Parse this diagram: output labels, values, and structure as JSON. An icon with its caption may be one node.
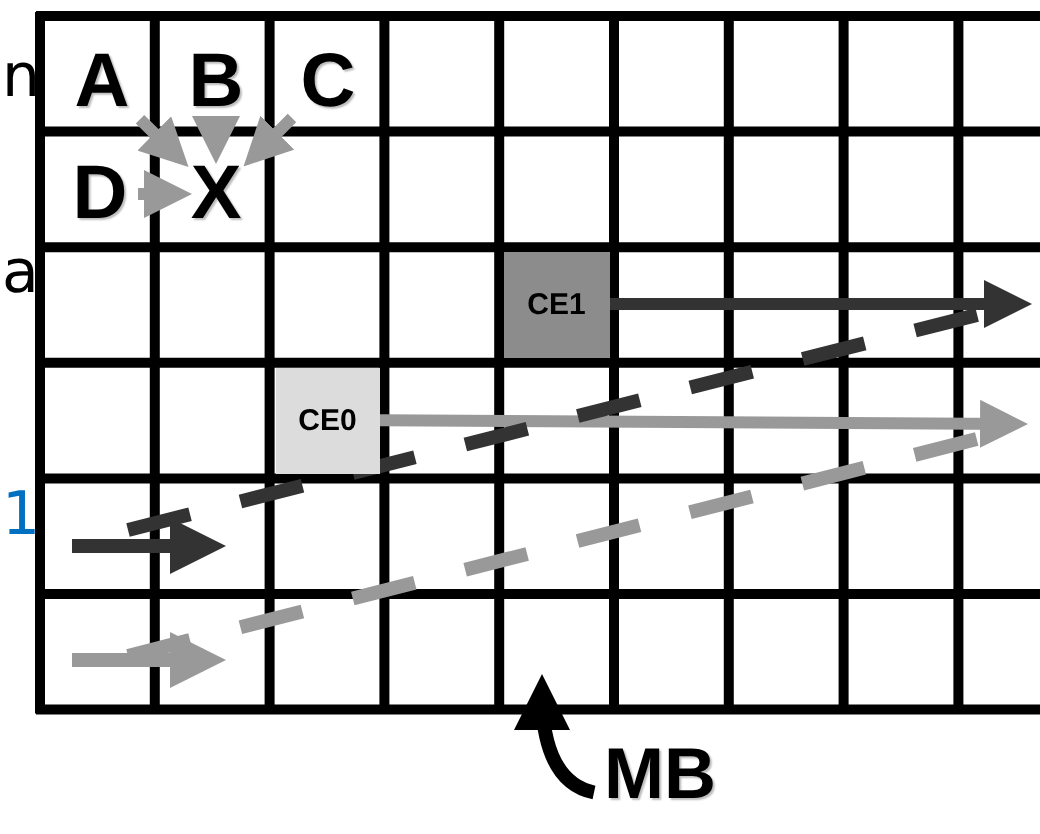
{
  "diagram": {
    "nodes": [
      {
        "text": [
          "A"
        ]
      },
      {
        "text": [
          "B"
        ]
      },
      {
        "text": [
          "C"
        ]
      },
      {
        "text": [
          "D"
        ]
      },
      {
        "text": [
          "X"
        ]
      },
      {
        "text": [
          "CE1"
        ]
      },
      {
        "text": [
          "CE0"
        ]
      },
      {
        "text": [
          "MB"
        ]
      }
    ],
    "edges": [
      {
        "from": 0,
        "to": 4,
        "arrow": "to"
      },
      {
        "from": 1,
        "to": 4,
        "arrow": "to"
      },
      {
        "from": 2,
        "to": 4,
        "arrow": "to"
      },
      {
        "from": 3,
        "to": 4,
        "arrow": "to"
      },
      {
        "from": 5,
        "to": null,
        "arrow": "to",
        "color": "#333333"
      },
      {
        "from": 6,
        "to": null,
        "arrow": "to"
      },
      {
        "from": 7,
        "to": null,
        "arrow": "to",
        "color": "#000000"
      }
    ],
    "labels": [
      "n",
      "a",
      "1"
    ]
  }
}
